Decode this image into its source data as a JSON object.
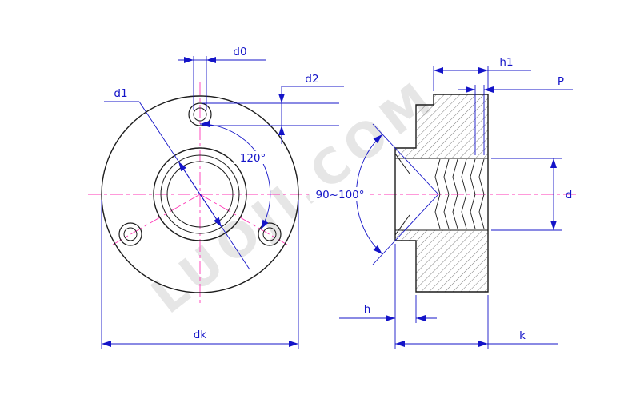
{
  "watermark": "LUOJI.COM",
  "colors": {
    "dimension": "#1414c8",
    "centerline": "#ff35b5",
    "outline": "#1c1c1c",
    "hatch": "#444444",
    "background": "#ffffff",
    "watermark_gray": "#8f8f8f"
  },
  "front_view": {
    "labels": {
      "d0": "d0",
      "d1": "d1",
      "d2": "d2",
      "dk": "dk",
      "hole_angle": "120°"
    }
  },
  "side_view": {
    "labels": {
      "h1": "h1",
      "pitch": "P",
      "d": "d",
      "h": "h",
      "k": "k",
      "countersink_angle": "90~100°"
    }
  }
}
